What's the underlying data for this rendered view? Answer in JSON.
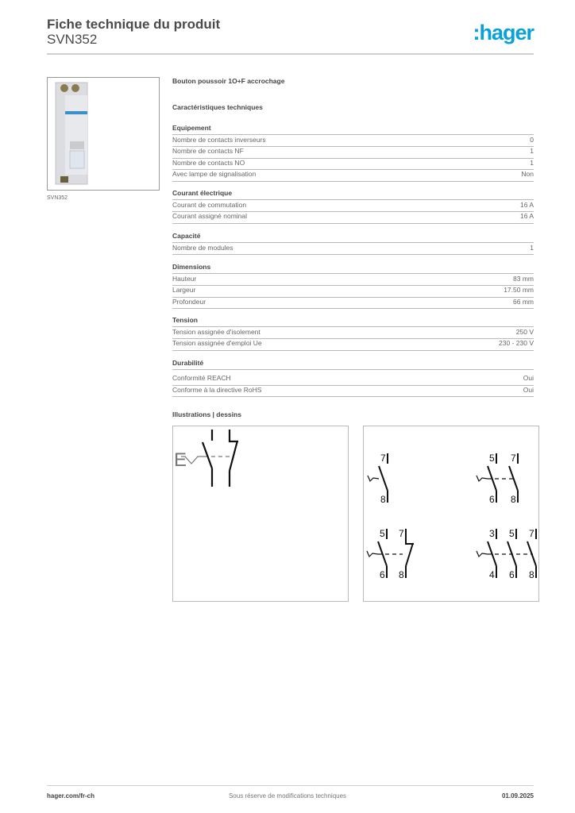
{
  "header": {
    "title": "Fiche technique du produit",
    "subtitle": "SVN352",
    "logo": ":hager",
    "brand_color": "#0aa0d8"
  },
  "product": {
    "image_caption": "SVN352",
    "name": "Bouton poussoir 1O+F accrochage",
    "spec_heading": "Caractéristiques techniques"
  },
  "sections": [
    {
      "title": "Equipement",
      "rows": [
        [
          "Nombre de contacts inverseurs",
          "0"
        ],
        [
          "Nombre de contacts NF",
          "1"
        ],
        [
          "Nombre de contacts NO",
          "1"
        ],
        [
          "Avec lampe de signalisation",
          "Non"
        ]
      ]
    },
    {
      "title": "Courant électrique",
      "rows": [
        [
          "Courant de commutation",
          "16 A"
        ],
        [
          "Courant assigné nominal",
          "16 A"
        ]
      ]
    },
    {
      "title": "Capacité",
      "rows": [
        [
          "Nombre de modules",
          "1"
        ]
      ]
    },
    {
      "title": "Dimensions",
      "rows": [
        [
          "Hauteur",
          "83 mm"
        ],
        [
          "Largeur",
          "17.50 mm"
        ],
        [
          "Profondeur",
          "66 mm"
        ]
      ]
    },
    {
      "title": "Tension",
      "rows": [
        [
          "Tension assignée d'isolement",
          "250 V"
        ],
        [
          "Tension assignée d'emploi Ue",
          "230 - 230 V"
        ]
      ]
    },
    {
      "title": "Durabilité",
      "rows": [
        [
          "Conformité REACH",
          "Oui"
        ],
        [
          "Conforme à la directive RoHS",
          "Oui"
        ]
      ]
    }
  ],
  "illustrations": {
    "heading": "Illustrations | dessins",
    "schema_label": "E",
    "groups": [
      {
        "contacts": [
          {
            "top": "7",
            "bottom": "8",
            "type": "NO"
          }
        ]
      },
      {
        "contacts": [
          {
            "top": "5",
            "bottom": "6",
            "type": "NO"
          },
          {
            "top": "7",
            "bottom": "8",
            "type": "NO"
          }
        ]
      },
      {
        "contacts": [
          {
            "top": "5",
            "bottom": "6",
            "type": "NO"
          },
          {
            "top": "7",
            "bottom": "8",
            "type": "NC"
          }
        ]
      },
      {
        "contacts": [
          {
            "top": "3",
            "bottom": "4",
            "type": "NO"
          },
          {
            "top": "5",
            "bottom": "6",
            "type": "NO"
          },
          {
            "top": "7",
            "bottom": "8",
            "type": "NO"
          }
        ]
      }
    ]
  },
  "footer": {
    "left": "hager.com/fr-ch",
    "center": "Sous réserve de modifications techniques",
    "right": "01.09.2025"
  }
}
